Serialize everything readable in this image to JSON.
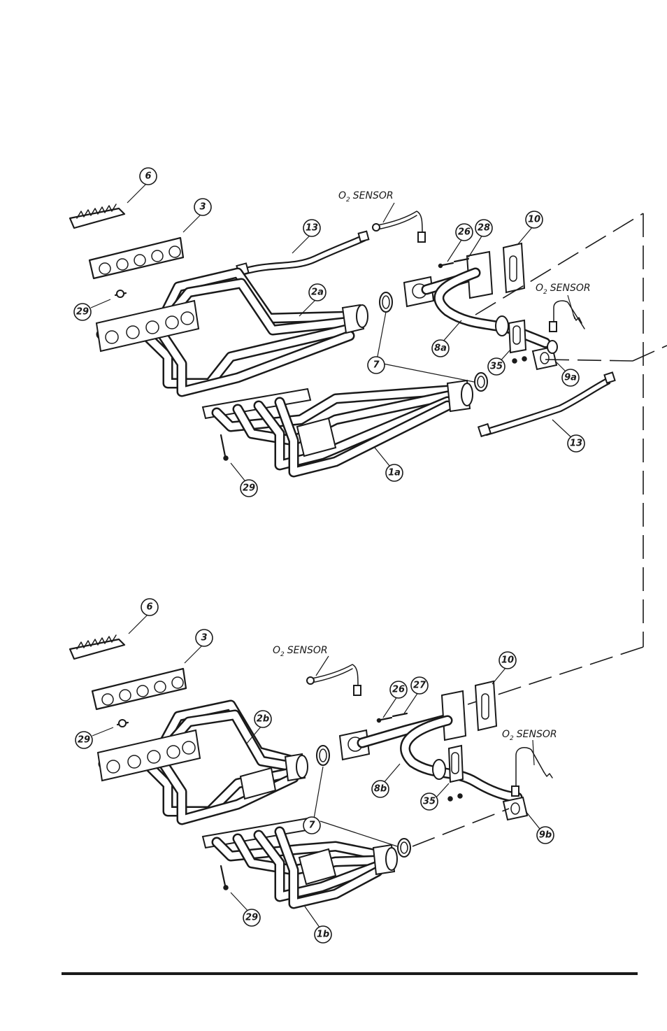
{
  "diagram": {
    "colors": {
      "ink": "#1a1a1a",
      "paper": "#ffffff"
    },
    "top": {
      "sensor_label": "O",
      "sensor_sub": "2",
      "sensor_word": "SENSOR",
      "callouts": {
        "c6": "6",
        "c3": "3",
        "c13a": "13",
        "c2a": "2a",
        "c26": "26",
        "c28": "28",
        "c10": "10",
        "c29a": "29",
        "c7": "7",
        "c8a": "8a",
        "c35": "35",
        "c9a": "9a",
        "c13b": "13",
        "c1a": "1a",
        "c29b": "29"
      }
    },
    "bottom": {
      "callouts": {
        "c6": "6",
        "c3": "3",
        "c2b": "2b",
        "c26": "26",
        "c27": "27",
        "c10": "10",
        "c29a": "29",
        "c7": "7",
        "c8b": "8b",
        "c35": "35",
        "c9b": "9b",
        "c1b": "1b",
        "c29b": "29"
      }
    }
  }
}
